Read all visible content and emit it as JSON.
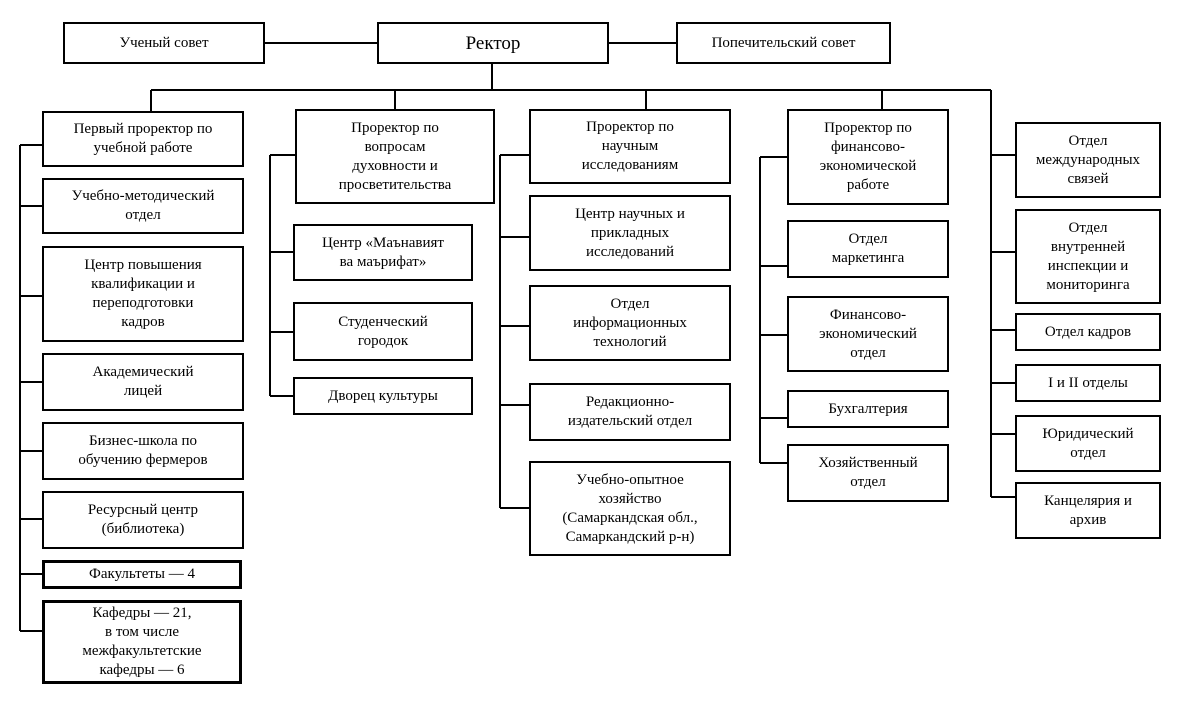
{
  "diagram": {
    "top": {
      "rector": "Ректор",
      "academic_council": "Ученый совет",
      "board_of_trustees": "Попечительский совет"
    },
    "col1": [
      "Первый проректор по\nучебной работе",
      "Учебно-методический\nотдел",
      "Центр повышения\nквалификации и\nпереподготовки\nкадров",
      "Академический\nлицей",
      "Бизнес-школа по\nобучению фермеров",
      "Ресурсный центр\n(библиотека)",
      "Факультеты — 4",
      "Кафедры — 21,\nв том числе\nмежфакультетские\nкафедры — 6"
    ],
    "col2": [
      "Проректор по\nвопросам\nдуховности и\nпросветительства",
      "Центр «Маънавият\nва маърифат»",
      "Студенческий\nгородок",
      "Дворец  культуры"
    ],
    "col3": [
      "Проректор по\nнаучным\nисследованиям",
      "Центр научных и\nприкладных\nисследований",
      "Отдел\nинформационных\nтехнологий",
      "Редакционно-\nиздательский отдел",
      "Учебно-опытное\nхозяйство\n(Самаркандская обл.,\nСамаркандский р-н)"
    ],
    "col4": [
      "Проректор по\nфинансово-\nэкономической\nработе",
      "Отдел\nмаркетинга",
      "Финансово-\nэкономический\nотдел",
      "Бухгалтерия",
      "Хозяйственный\nотдел"
    ],
    "col5": [
      "Отдел\nмеждународных\nсвязей",
      "Отдел\nвнутренней\nинспекции и\nмониторинга",
      "Отдел кадров",
      "I и II отделы",
      "Юридический\nотдел",
      "Канцелярия и\nархив"
    ]
  }
}
